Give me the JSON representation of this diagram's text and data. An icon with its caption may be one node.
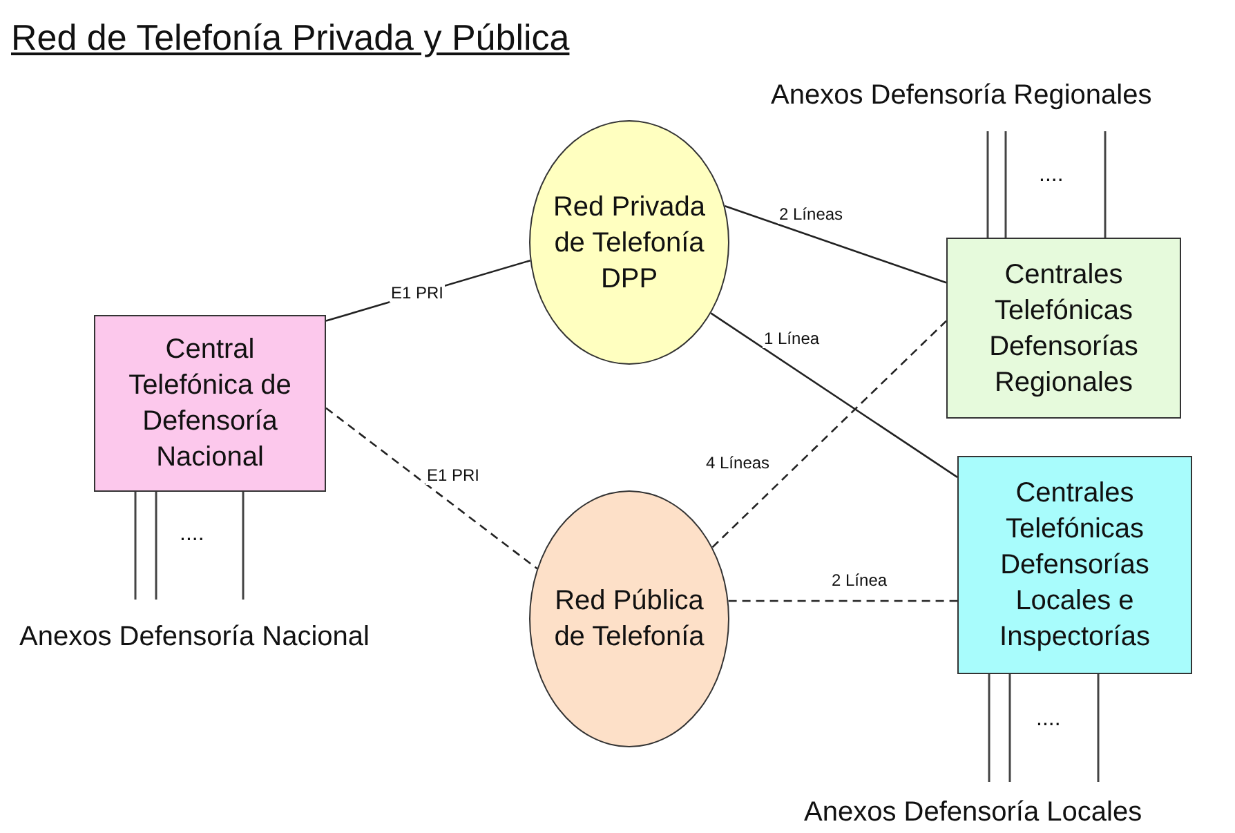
{
  "diagram": {
    "title": "Red de Telefonía Privada y Pública",
    "nodes": [
      {
        "text": [
          "Central Telefónica de Defensoría Nacional"
        ]
      },
      {
        "text": [
          "Red Privada de Telefonía DPP"
        ]
      },
      {
        "text": [
          "Red Pública de Telefonía"
        ]
      },
      {
        "text": [
          "Centrales Telefónicas Defensorías Regionales"
        ]
      },
      {
        "text": [
          "Centrales Telefónicas Defensorías Locales e Inspectorías"
        ]
      }
    ],
    "edges": [
      {
        "from": 0,
        "to": 1,
        "arrow": "none",
        "label": "E1 PRI"
      },
      {
        "from": 0,
        "to": 2,
        "arrow": "none",
        "label": "E1 PRI",
        "style": "dashed"
      },
      {
        "from": 1,
        "to": 3,
        "arrow": "none",
        "label": "2 Líneas"
      },
      {
        "from": 1,
        "to": 4,
        "arrow": "none",
        "label": "1 Línea"
      },
      {
        "from": 2,
        "to": 3,
        "arrow": "none",
        "label": "4 Líneas",
        "style": "dashed"
      },
      {
        "from": 2,
        "to": 4,
        "arrow": "none",
        "label": "2 Línea",
        "style": "dashed"
      }
    ],
    "labels": [
      "Anexos Defensoría Regionales",
      "....",
      "....",
      "Anexos Defensoría Nacional",
      "....",
      "Anexos Defensoría Locales"
    ]
  }
}
